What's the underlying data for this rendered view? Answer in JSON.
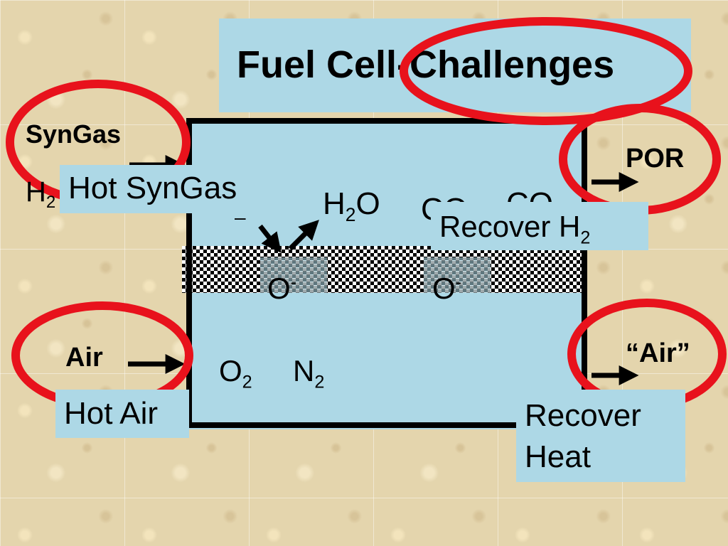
{
  "slide": {
    "title": "Fuel Cell-Challenges",
    "labels": {
      "syngas": "SynGas",
      "h2_inlet": "H",
      "h2_inlet_sub": "2",
      "hot_syngas": "Hot SynGas",
      "h2o": "H",
      "h2o_sub": "2",
      "h2o_tail": "O",
      "co_partial_left": "CO",
      "co_partial_right": "CO",
      "recover_h2": "Recover H",
      "recover_h2_sub": "2",
      "por": "POR",
      "oxide_left": "O",
      "oxide_left_sup": "-",
      "oxide_right": "O",
      "oxide_right_sup": "-",
      "minus": "–",
      "air": "Air",
      "hot_air": "Hot Air",
      "o2": "O",
      "o2_sub": "2",
      "n2": "N",
      "n2_sub": "2",
      "air_out": "“Air”",
      "recover_heat_line1": "Recover",
      "recover_heat_line2": "Heat"
    }
  },
  "colors": {
    "background": "#e4d5ad",
    "panel": "#add8e6",
    "highlight_circle": "#e8121c",
    "outline": "#000000"
  }
}
